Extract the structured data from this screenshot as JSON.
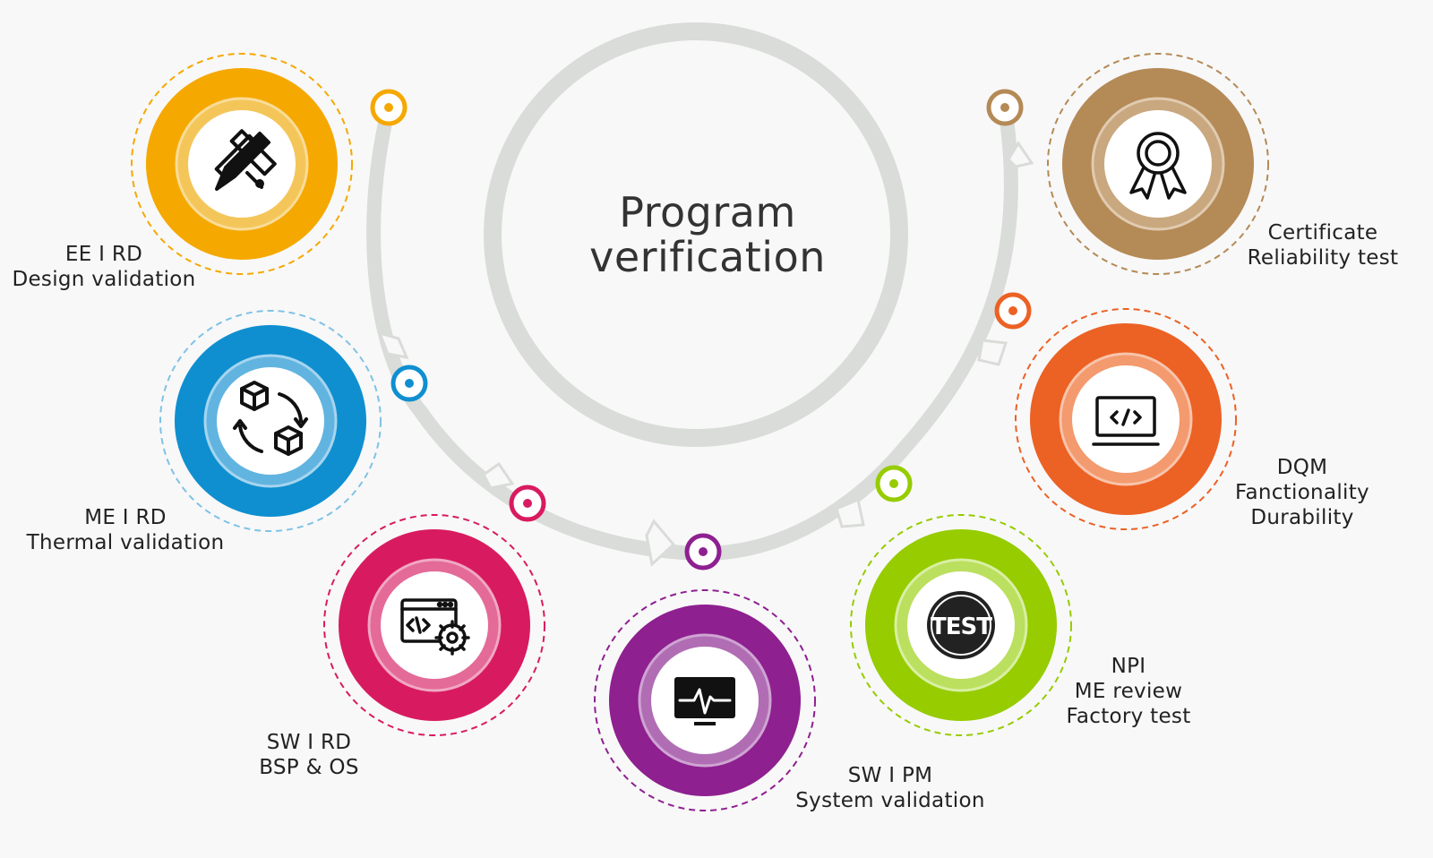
{
  "title": {
    "line1": "Program",
    "line2": "verification"
  },
  "stages": [
    {
      "id": "ee-rd",
      "line1": "EE I RD",
      "line2": "Design validation",
      "line3": "",
      "color": "#f5a800",
      "icon": "pencil-ruler-icon"
    },
    {
      "id": "me-rd",
      "line1": "ME I RD",
      "line2": "Thermal validation",
      "line3": "",
      "color": "#0f8fd0",
      "icon": "cubes-cycle-icon"
    },
    {
      "id": "sw-rd",
      "line1": "SW I RD",
      "line2": "BSP & OS",
      "line3": "",
      "color": "#d81b60",
      "icon": "code-gear-icon"
    },
    {
      "id": "sw-pm",
      "line1": "SW I PM",
      "line2": "System validation",
      "line3": "",
      "color": "#8e2090",
      "icon": "monitor-pulse-icon"
    },
    {
      "id": "npi",
      "line1": "NPI",
      "line2": "ME review",
      "line3": "Factory test",
      "color": "#96cc00",
      "icon": "test-badge-icon",
      "icon_text": "TEST"
    },
    {
      "id": "dqm",
      "line1": "DQM",
      "line2": "Fanctionality",
      "line3": "Durability",
      "color": "#ec6124",
      "icon": "monitor-code-icon"
    },
    {
      "id": "certificate",
      "line1": "Certificate",
      "line2": "Reliability test",
      "line3": "",
      "color": "#b48a56",
      "icon": "award-ribbon-icon"
    }
  ],
  "colors": {
    "background": "#f8f8f8",
    "track": "#d9dcd8",
    "text": "#222222"
  }
}
